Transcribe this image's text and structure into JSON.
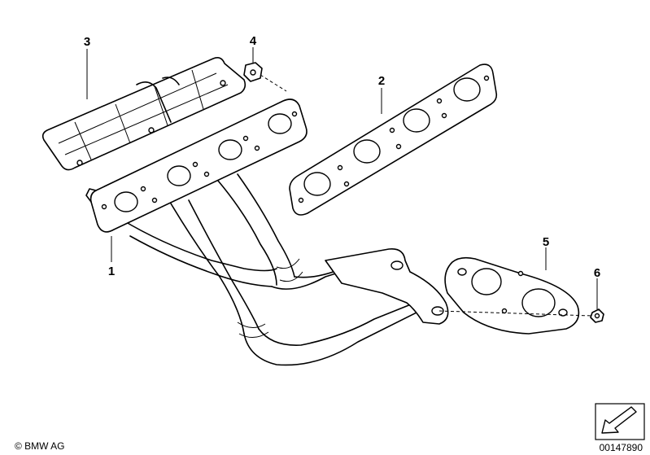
{
  "callouts": [
    {
      "id": "1",
      "label": "1"
    },
    {
      "id": "2",
      "label": "2"
    },
    {
      "id": "3",
      "label": "3"
    },
    {
      "id": "4",
      "label": "4"
    },
    {
      "id": "5",
      "label": "5"
    },
    {
      "id": "6",
      "label": "6"
    }
  ],
  "footer": {
    "copyright": "© BMW AG",
    "drawing_number": "00147890"
  }
}
